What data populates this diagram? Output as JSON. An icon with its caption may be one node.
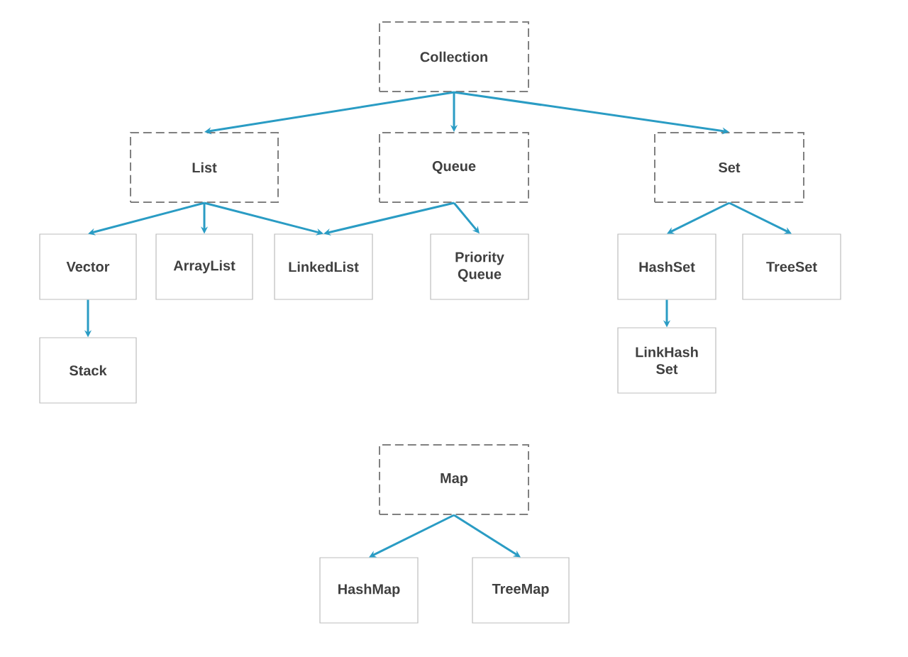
{
  "diagram": {
    "nodes": [
      {
        "text": [
          "Collection"
        ]
      },
      {
        "text": [
          "List"
        ]
      },
      {
        "text": [
          "Queue"
        ]
      },
      {
        "text": [
          "Set"
        ]
      },
      {
        "text": [
          "Vector"
        ]
      },
      {
        "text": [
          "ArrayList"
        ]
      },
      {
        "text": [
          "LinkedList"
        ]
      },
      {
        "text": [
          "Priority Queue"
        ]
      },
      {
        "text": [
          "HashSet"
        ]
      },
      {
        "text": [
          "TreeSet"
        ]
      },
      {
        "text": [
          "Stack"
        ]
      },
      {
        "text": [
          "LinkHash Set"
        ]
      },
      {
        "text": [
          "Map"
        ]
      },
      {
        "text": [
          "HashMap"
        ]
      },
      {
        "text": [
          "TreeMap"
        ]
      }
    ],
    "edges": [
      {
        "from": 0,
        "to": 1,
        "arrow": "to"
      },
      {
        "from": 0,
        "to": 2,
        "arrow": "to"
      },
      {
        "from": 0,
        "to": 3,
        "arrow": "to"
      },
      {
        "from": 1,
        "to": 4,
        "arrow": "to"
      },
      {
        "from": 1,
        "to": 5,
        "arrow": "to"
      },
      {
        "from": 1,
        "to": 6,
        "arrow": "to"
      },
      {
        "from": 2,
        "to": 6,
        "arrow": "to"
      },
      {
        "from": 2,
        "to": 7,
        "arrow": "to"
      },
      {
        "from": 3,
        "to": 8,
        "arrow": "to"
      },
      {
        "from": 3,
        "to": 9,
        "arrow": "to"
      },
      {
        "from": 4,
        "to": 10,
        "arrow": "to"
      },
      {
        "from": 8,
        "to": 11,
        "arrow": "to"
      },
      {
        "from": 12,
        "to": 13,
        "arrow": "to"
      },
      {
        "from": 12,
        "to": 14,
        "arrow": "to"
      }
    ]
  }
}
